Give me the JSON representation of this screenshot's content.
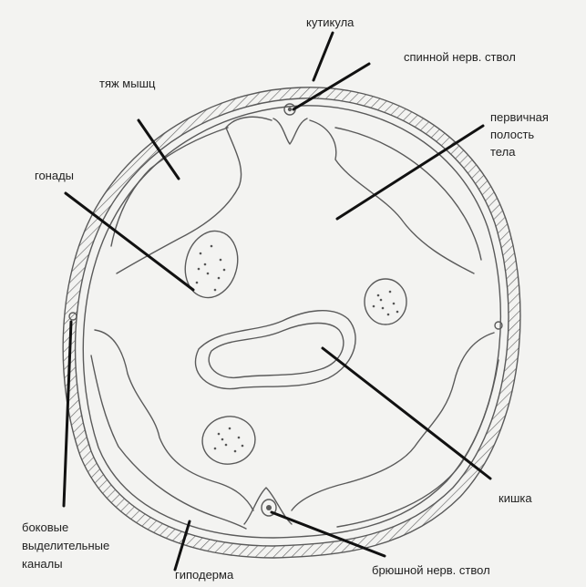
{
  "diagram": {
    "labels": {
      "cuticle": "кутикула",
      "dorsal_nerve": "спинной нерв. ствол",
      "muscle_band": "тяж мышц",
      "body_cavity_1": "первичная",
      "body_cavity_2": "полость",
      "body_cavity_3": "тела",
      "gonads": "гонады",
      "intestine": "кишка",
      "lateral_canals_1": "боковые",
      "lateral_canals_2": "выделительные",
      "lateral_canals_3": "каналы",
      "hypodermis": "гиподерма",
      "ventral_nerve": "брюшной нерв. ствол"
    },
    "colors": {
      "background": "#f3f3f1",
      "drawing_ink": "#5a5a5a",
      "leader_lines": "#111111",
      "text": "#222222"
    }
  }
}
